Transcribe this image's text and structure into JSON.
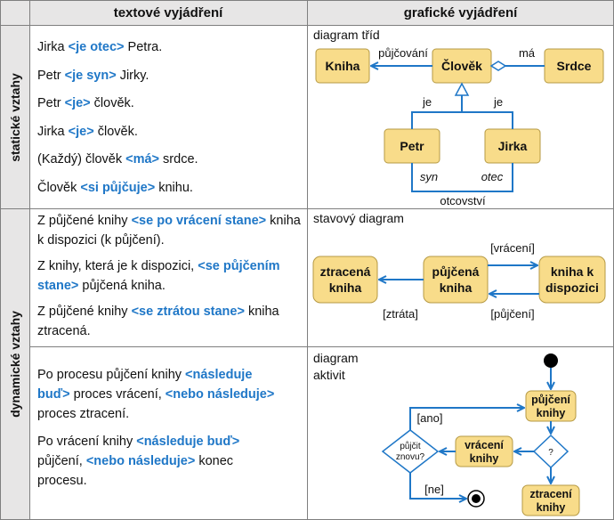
{
  "header": {
    "col1": "textové vyjádření",
    "col2": "grafické vyjádření"
  },
  "sections": {
    "static": "statické vztahy",
    "dynamic": "dynamické vztahy"
  },
  "static_text": [
    {
      "a": "Jirka ",
      "k": "<je otec>",
      "b": " Petra."
    },
    {
      "a": "Petr ",
      "k": "<je syn>",
      "b": " Jirky."
    },
    {
      "a": "Petr ",
      "k": "<je>",
      "b": " člověk."
    },
    {
      "a": "Jirka ",
      "k": "<je>",
      "b": " člověk."
    },
    {
      "a": "(Každý) člověk ",
      "k": "<má>",
      "b": " srdce."
    },
    {
      "a": "Člověk ",
      "k": "<si půjčuje>",
      "b": " knihu."
    }
  ],
  "dynamic_text": [
    {
      "a": "Z půjčené knihy ",
      "k": "<se po vrácení stane>",
      "b": " kniha k dispozici (k půjčení)."
    },
    {
      "a": "Z knihy, která je k dispozici, ",
      "k": "<se půjčením stane>",
      "b": " půjčená kniha."
    },
    {
      "a": "Z půjčené knihy ",
      "k": "<se ztrátou stane>",
      "b": " kniha ztracená."
    }
  ],
  "activity_text": [
    {
      "a": "Po procesu půjčení knihy ",
      "k": "<následuje buď>",
      "b": " proces vrácení, ",
      "k2": "<nebo následuje>",
      "c": " proces ztracení."
    },
    {
      "a": "Po vrácení knihy ",
      "k": "<následuje buď>",
      "b": " půjčení, ",
      "k2": "<nebo následuje>",
      "c": " konec procesu."
    }
  ],
  "class_diagram": {
    "caption": "diagram tříd",
    "kniha": "Kniha",
    "clovek": "Člověk",
    "srdce": "Srdce",
    "petr": "Petr",
    "jirka": "Jirka",
    "pujcovani": "půjčování",
    "ma": "má",
    "je1": "je",
    "je2": "je",
    "syn": "syn",
    "otec": "otec",
    "otcovstvi": "otcovství"
  },
  "state_diagram": {
    "caption": "stavový diagram",
    "ztracena1": "ztracená",
    "ztracena2": "kniha",
    "pujcena1": "půjčená",
    "pujcena2": "kniha",
    "dispozici1": "kniha k",
    "dispozici2": "dispozici",
    "vraceni": "[vrácení]",
    "ztrata": "[ztráta]",
    "pujceni": "[půjčení]"
  },
  "activity_diagram": {
    "caption1": "diagram",
    "caption2": "aktivit",
    "pujceni1": "půjčení",
    "pujceni2": "knihy",
    "vraceni1": "vrácení",
    "vraceni2": "knihy",
    "ztraceni1": "ztracení",
    "ztraceni2": "knihy",
    "decision": "?",
    "decision2a": "půjčit",
    "decision2b": "znovu?",
    "ano": "[ano]",
    "ne": "[ne]"
  },
  "colors": {
    "accent": "#1f77c7",
    "box": "#f8dc8a",
    "header": "#e7e6e6"
  }
}
